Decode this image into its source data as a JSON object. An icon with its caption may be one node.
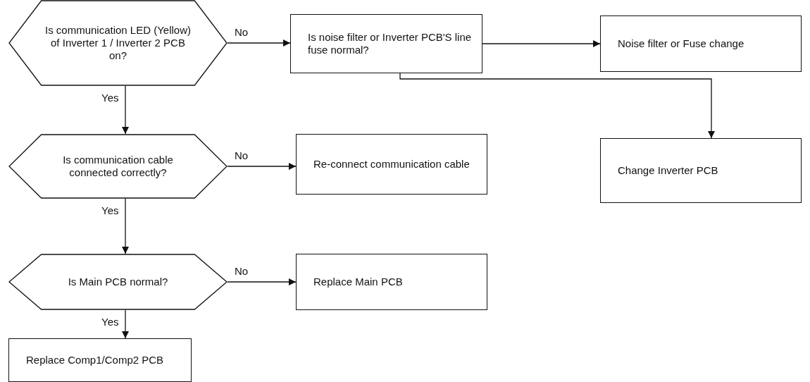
{
  "diagram": {
    "nodes": [
      {
        "text": [
          "Is communication LED (Yellow) of Inverter 1 / Inverter 2 PCB on?"
        ]
      },
      {
        "text": [
          "Is noise filter or Inverter PCB'S line fuse normal?"
        ]
      },
      {
        "text": [
          "Noise filter or Fuse change"
        ]
      },
      {
        "text": [
          "Change Inverter PCB"
        ]
      },
      {
        "text": [
          "Is communication cable connected correctly?"
        ]
      },
      {
        "text": [
          "Re-connect communication cable"
        ]
      },
      {
        "text": [
          "Is Main PCB normal?"
        ]
      },
      {
        "text": [
          "Replace Main PCB"
        ]
      },
      {
        "text": [
          "Replace Comp1/Comp2 PCB"
        ]
      }
    ],
    "edges": [
      {
        "from": 0,
        "to": 1,
        "arrow": "to",
        "label": "No"
      },
      {
        "from": 1,
        "to": 2,
        "arrow": "to"
      },
      {
        "from": 1,
        "to": 3,
        "arrow": "to"
      },
      {
        "from": 0,
        "to": 4,
        "arrow": "to",
        "label": "Yes"
      },
      {
        "from": 4,
        "to": 5,
        "arrow": "to",
        "label": "No"
      },
      {
        "from": 4,
        "to": 6,
        "arrow": "to",
        "label": "Yes"
      },
      {
        "from": 6,
        "to": 7,
        "arrow": "to",
        "label": "No"
      },
      {
        "from": 6,
        "to": 8,
        "arrow": "to",
        "label": "Yes"
      }
    ]
  }
}
